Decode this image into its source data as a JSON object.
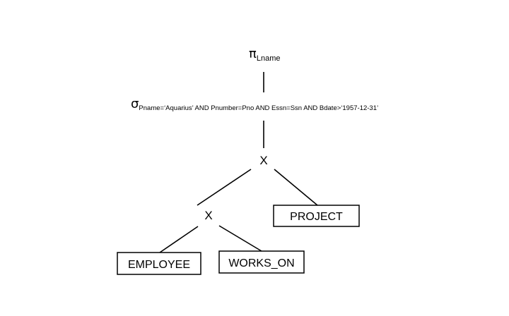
{
  "diagram": {
    "projection": {
      "symbol": "π",
      "attributes": "Lname"
    },
    "selection": {
      "symbol": "σ",
      "condition": "Pname=‘Aquarius’ AND Pnumber=Pno AND Essn=Ssn AND Bdate>‘1957-12-31’"
    },
    "top_product": {
      "symbol": "X"
    },
    "lower_product": {
      "symbol": "X"
    },
    "relations": {
      "project": "PROJECT",
      "employee": "EMPLOYEE",
      "works_on": "WORKS_ON"
    }
  }
}
